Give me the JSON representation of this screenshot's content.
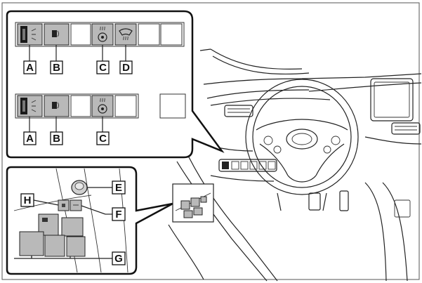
{
  "figure": {
    "upper_panel": {
      "row1_labels": [
        "A",
        "B",
        "C",
        "D"
      ],
      "row2_labels": [
        "A",
        "B",
        "C"
      ]
    },
    "lower_panel": {
      "labels": [
        "E",
        "H",
        "F",
        "G"
      ]
    }
  },
  "icons": {
    "switch_a": "light-dial-icon",
    "switch_b": "headlight-leveling-icon",
    "switch_c": "steering-wheel-heater-icon",
    "switch_d": "windshield-deicer-icon",
    "switch_e": "mirror-control-knob-icon",
    "switch_f": "mirror-select-switch-icon",
    "switch_g": "window-switch-icon",
    "switch_h": "window-lock-icon"
  },
  "colors": {
    "switch_fill": "#b9b9b9",
    "line": "#222222",
    "frame": "#111111"
  }
}
